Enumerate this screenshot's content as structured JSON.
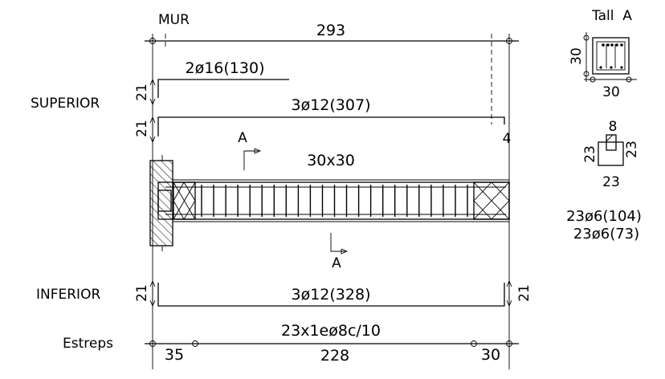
{
  "labels": {
    "mur": "MUR",
    "superior": "SUPERIOR",
    "inferior": "INFERIOR",
    "estreps": "Estreps",
    "section_mark_top": "A",
    "section_mark_bottom": "A"
  },
  "dimensions": {
    "span_total": "293",
    "beam_section": "30x30",
    "top_offset_1": "21",
    "top_offset_2": "21",
    "end_cover": "4",
    "bottom_offset_left": "21",
    "bottom_offset_right": "21",
    "stirrup_left_zone": "35",
    "stirrup_mid_zone": "228",
    "stirrup_right_zone": "30"
  },
  "rebar": {
    "top_bars_1": "2ø16(130)",
    "top_bars_2": "3ø12(307)",
    "bottom_bars": "3ø12(328)",
    "stirrups": "23x1eø8c/10"
  },
  "section_detail": {
    "title": "Tall  A",
    "height": "30",
    "width": "30"
  },
  "stirrup_detail": {
    "hook": "8",
    "height_left": "23",
    "height_right": "23",
    "width": "23",
    "schedule_1": "23ø6(104)",
    "schedule_2": "23ø6(73)"
  }
}
